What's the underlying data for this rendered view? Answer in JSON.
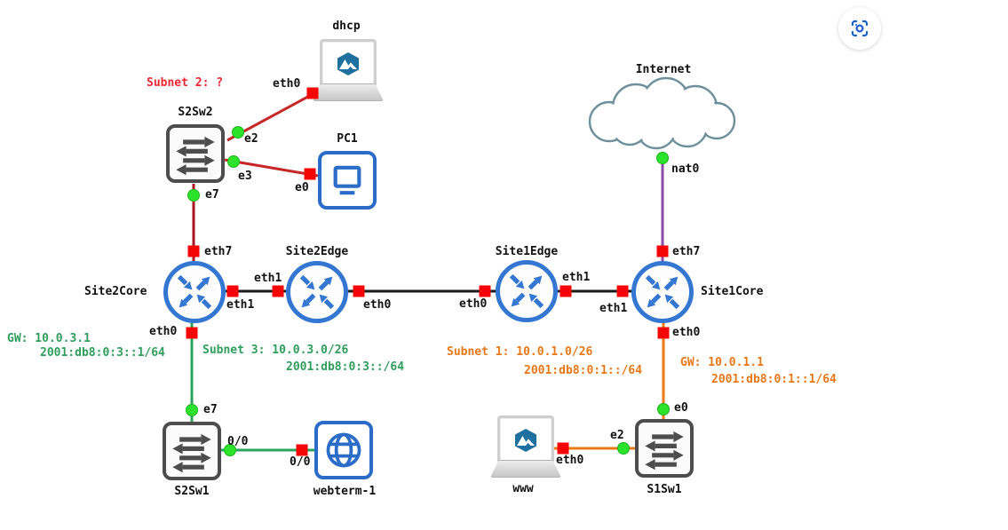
{
  "toolbar": {
    "capture": {
      "icon": "screenshot-capture-icon"
    }
  },
  "nodes": {
    "dhcp": {
      "label": "dhcp",
      "icon": "laptop-icon"
    },
    "s2sw2": {
      "label": "S2Sw2",
      "icon": "switch-icon"
    },
    "pc1": {
      "label": "PC1",
      "icon": "computer-icon"
    },
    "site2core": {
      "label": "Site2Core",
      "icon": "router-icon"
    },
    "site2edge": {
      "label": "Site2Edge",
      "icon": "router-icon"
    },
    "site1edge": {
      "label": "Site1Edge",
      "icon": "router-icon"
    },
    "site1core": {
      "label": "Site1Core",
      "icon": "router-icon"
    },
    "internet": {
      "label": "Internet",
      "icon": "cloud-icon"
    },
    "s2sw1": {
      "label": "S2Sw1",
      "icon": "switch-icon"
    },
    "webterm1": {
      "label": "webterm-1",
      "icon": "globe-icon"
    },
    "www": {
      "label": "www",
      "icon": "laptop-icon"
    },
    "s1sw1": {
      "label": "S1Sw1",
      "icon": "switch-icon"
    }
  },
  "ports": {
    "dhcp_eth0": "eth0",
    "s2sw2_e2": "e2",
    "s2sw2_e3": "e3",
    "s2sw2_e7": "e7",
    "pc1_e0": "e0",
    "site2core_eth7": "eth7",
    "site2core_eth1": "eth1",
    "site2core_eth0": "eth0",
    "site2edge_eth1": "eth1",
    "site2edge_eth0": "eth0",
    "site1edge_eth0": "eth0",
    "site1edge_eth1": "eth1",
    "site1core_eth1": "eth1",
    "site1core_eth7": "eth7",
    "site1core_eth0": "eth0",
    "internet_nat0": "nat0",
    "s2sw1_e7": "e7",
    "s2sw1_0_0": "0/0",
    "webterm1_0_0": "0/0",
    "s1sw1_e0": "e0",
    "s1sw1_e2": "e2",
    "www_eth0": "eth0"
  },
  "annotations": {
    "subnet2": {
      "text": "Subnet 2: ?"
    },
    "gw3_line1": {
      "text": "GW: 10.0.3.1"
    },
    "gw3_line2": {
      "text": "2001:db8:0:3::1/64"
    },
    "subnet3_line1": {
      "text": "Subnet 3: 10.0.3.0/26"
    },
    "subnet3_line2": {
      "text": "2001:db8:0:3::/64"
    },
    "subnet1_line1": {
      "text": "Subnet 1: 10.0.1.0/26"
    },
    "subnet1_line2": {
      "text": "2001:db8:0:1::/64"
    },
    "gw1_line1": {
      "text": "GW: 10.0.1.1"
    },
    "gw1_line2": {
      "text": "2001:db8:0:1::1/64"
    }
  },
  "colors": {
    "link_red": "#c62828",
    "link_darkred": "#a81420",
    "link_black": "#1a1a1a",
    "link_green": "#2aa35f",
    "link_orange": "#ec7b16",
    "link_purple": "#8d4bab",
    "status_up": "#2ce32c",
    "status_square": "#f40606",
    "note_red": "#ed2633",
    "note_green": "#2f9e5c",
    "note_orange": "#e87817",
    "router_blue": "#3477d2",
    "switch_gray": "#4d4d4d",
    "device_blue": "#2b6cc8",
    "alpine_blue": "#1f6f9f",
    "cloud_gray": "#6e909c",
    "capture_blue": "#1a5fd0"
  }
}
